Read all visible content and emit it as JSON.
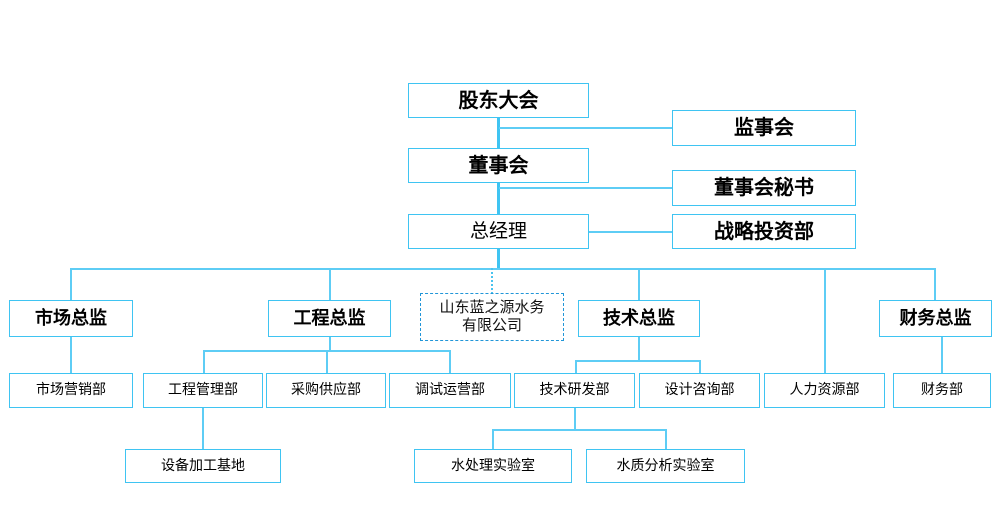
{
  "diagram": {
    "type": "organization-chart",
    "accent_color": "#3fc4f2",
    "dashed_color": "#2196d8",
    "text_color": "#000000",
    "background": "#ffffff",
    "nodes": {
      "shareholders_meeting": "股东大会",
      "board_of_supervisors": "监事会",
      "board_of_directors": "董事会",
      "board_secretary": "董事会秘书",
      "general_manager": "总经理",
      "strategic_investment_dept": "战略投资部",
      "company": "山东蓝之源水务有限公司",
      "company_line1": "山东蓝之源水务",
      "company_line2": "有限公司",
      "market_director": "市场总监",
      "engineering_director": "工程总监",
      "technical_director": "技术总监",
      "finance_director": "财务总监",
      "marketing_dept": "市场营销部",
      "engineering_mgmt_dept": "工程管理部",
      "procurement_supply_dept": "采购供应部",
      "commissioning_operation_dept": "调试运营部",
      "tech_rd_dept": "技术研发部",
      "design_consulting_dept": "设计咨询部",
      "human_resources_dept": "人力资源部",
      "finance_dept": "财务部",
      "equipment_processing_base": "设备加工基地",
      "water_treatment_lab": "水处理实验室",
      "water_quality_analysis_lab": "水质分析实验室"
    }
  }
}
